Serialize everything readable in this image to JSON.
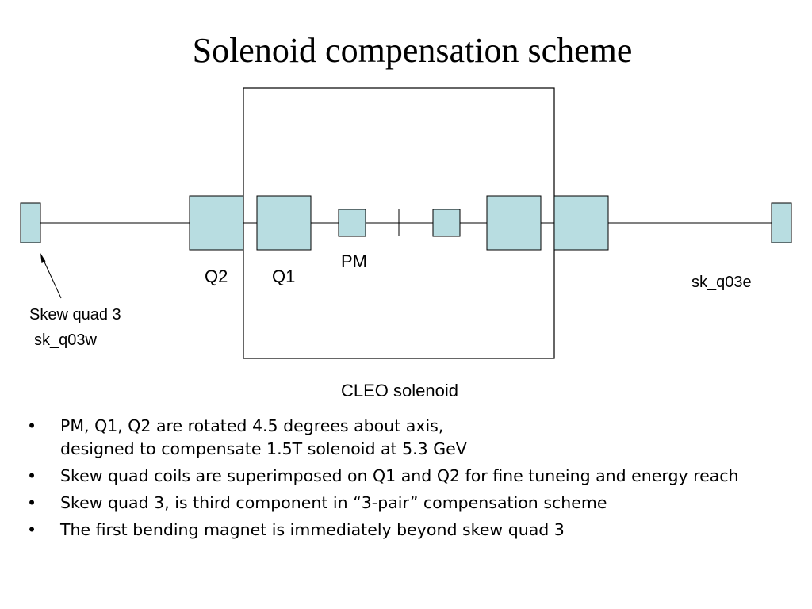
{
  "title": "Solenoid compensation scheme",
  "diagram": {
    "labels": {
      "q2": "Q2",
      "q1": "Q1",
      "pm": "PM",
      "sk_q03e": "sk_q03e",
      "skew_quad_3": "Skew quad 3",
      "sk_q03w": "sk_q03w",
      "cleo_solenoid": "CLEO solenoid"
    },
    "colors": {
      "magnet_fill": "#b8dde1",
      "stroke": "#000000"
    }
  },
  "bullets": [
    {
      "marker": "•",
      "text": "PM, Q1, Q2 are rotated 4.5 degrees about axis,",
      "continuation": "designed to compensate 1.5T solenoid at 5.3 GeV"
    },
    {
      "marker": "•",
      "text": "Skew quad coils are superimposed on Q1 and Q2 for fine tuneing and energy reach"
    },
    {
      "marker": "•",
      "text": "Skew quad 3, is third component in “3-pair” compensation scheme"
    },
    {
      "marker": "•",
      "text": "The first bending magnet is immediately beyond skew quad 3"
    }
  ]
}
